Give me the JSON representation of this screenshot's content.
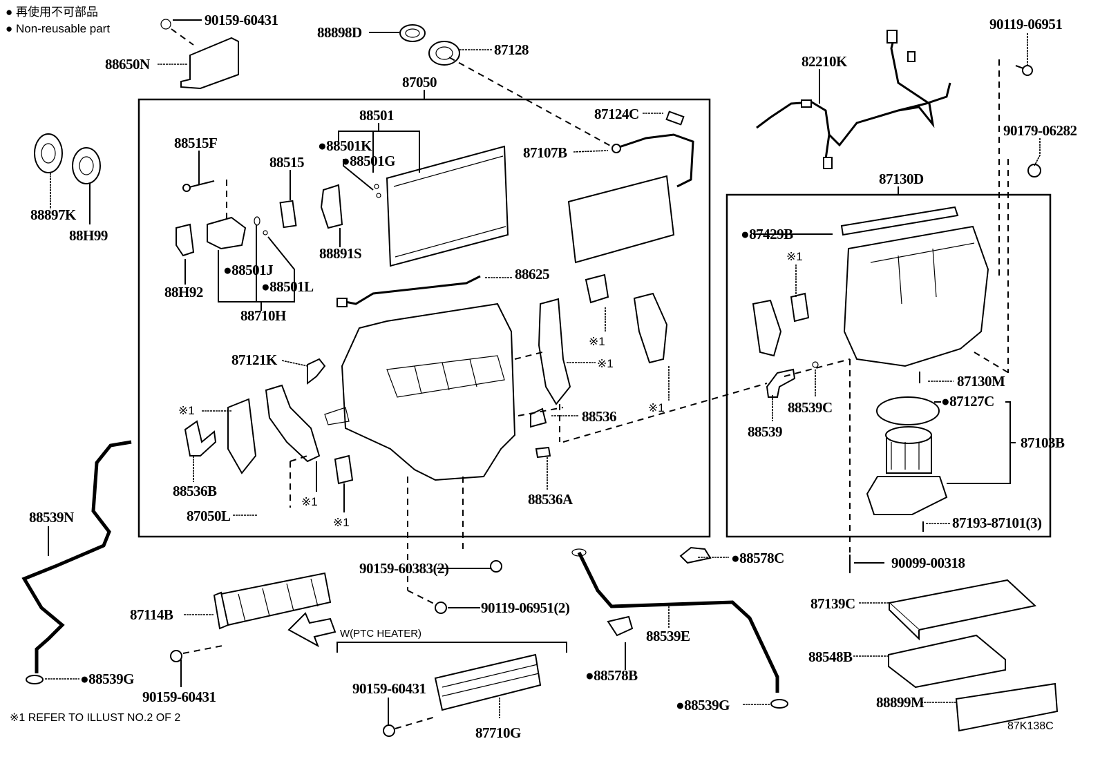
{
  "legend": {
    "line_jp": "● 再使用不可部品",
    "line_en": "● Non-reusable part"
  },
  "footnote": "※1 REFER TO ILLUST NO.2 OF 2",
  "illustration_id": "87K138C",
  "variant_label": "W(PTC HEATER)",
  "ref_mark": "※1",
  "parts": [
    {
      "id": "p01",
      "number": "90159-60431",
      "non_reusable": false
    },
    {
      "id": "p02",
      "number": "88650N",
      "non_reusable": false
    },
    {
      "id": "p03",
      "number": "88898D",
      "non_reusable": false
    },
    {
      "id": "p04",
      "number": "87128",
      "non_reusable": false
    },
    {
      "id": "p05",
      "number": "87050",
      "non_reusable": false
    },
    {
      "id": "p06",
      "number": "82210K",
      "non_reusable": false
    },
    {
      "id": "p07",
      "number": "90119-06951",
      "non_reusable": false
    },
    {
      "id": "p08",
      "number": "90179-06282",
      "non_reusable": false
    },
    {
      "id": "p09",
      "number": "88501",
      "non_reusable": false
    },
    {
      "id": "p10",
      "number": "88501K",
      "non_reusable": true
    },
    {
      "id": "p11",
      "number": "88501G",
      "non_reusable": true
    },
    {
      "id": "p12",
      "number": "87124C",
      "non_reusable": false
    },
    {
      "id": "p13",
      "number": "87107B",
      "non_reusable": false
    },
    {
      "id": "p14",
      "number": "88515F",
      "non_reusable": false
    },
    {
      "id": "p15",
      "number": "88515",
      "non_reusable": false
    },
    {
      "id": "p16",
      "number": "88891S",
      "non_reusable": false
    },
    {
      "id": "p17",
      "number": "88897K",
      "non_reusable": false
    },
    {
      "id": "p18",
      "number": "88H99",
      "non_reusable": false
    },
    {
      "id": "p19",
      "number": "88501J",
      "non_reusable": true
    },
    {
      "id": "p20",
      "number": "88501L",
      "non_reusable": true
    },
    {
      "id": "p21",
      "number": "88H92",
      "non_reusable": false
    },
    {
      "id": "p22",
      "number": "88710H",
      "non_reusable": false
    },
    {
      "id": "p23",
      "number": "88625",
      "non_reusable": false
    },
    {
      "id": "p24",
      "number": "87130D",
      "non_reusable": false
    },
    {
      "id": "p25",
      "number": "87429B",
      "non_reusable": true
    },
    {
      "id": "p26",
      "number": "87121K",
      "non_reusable": false
    },
    {
      "id": "p27",
      "number": "88536",
      "non_reusable": false
    },
    {
      "id": "p28",
      "number": "88536B",
      "non_reusable": false
    },
    {
      "id": "p29",
      "number": "87050L",
      "non_reusable": false
    },
    {
      "id": "p30",
      "number": "88536A",
      "non_reusable": false
    },
    {
      "id": "p31",
      "number": "87130M",
      "non_reusable": false
    },
    {
      "id": "p32",
      "number": "87127C",
      "non_reusable": true
    },
    {
      "id": "p33",
      "number": "87103B",
      "non_reusable": false
    },
    {
      "id": "p34",
      "number": "88539C",
      "non_reusable": false
    },
    {
      "id": "p35",
      "number": "88539",
      "non_reusable": false
    },
    {
      "id": "p36",
      "number": "87193-87101(3)",
      "non_reusable": false
    },
    {
      "id": "p37",
      "number": "88539N",
      "non_reusable": false
    },
    {
      "id": "p38",
      "number": "90159-60383(2)",
      "non_reusable": false
    },
    {
      "id": "p39",
      "number": "90119-06951(2)",
      "non_reusable": false
    },
    {
      "id": "p40",
      "number": "88578C",
      "non_reusable": true
    },
    {
      "id": "p41",
      "number": "90099-00318",
      "non_reusable": false
    },
    {
      "id": "p42",
      "number": "87114B",
      "non_reusable": false
    },
    {
      "id": "p43",
      "number": "88539E",
      "non_reusable": false
    },
    {
      "id": "p44",
      "number": "87139C",
      "non_reusable": false
    },
    {
      "id": "p45",
      "number": "88548B",
      "non_reusable": false
    },
    {
      "id": "p46",
      "number": "88539G",
      "non_reusable": true
    },
    {
      "id": "p47",
      "number": "90159-60431",
      "non_reusable": false
    },
    {
      "id": "p48",
      "number": "88578B",
      "non_reusable": true
    },
    {
      "id": "p49",
      "number": "90159-60431",
      "non_reusable": false
    },
    {
      "id": "p50",
      "number": "87710G",
      "non_reusable": false
    },
    {
      "id": "p51",
      "number": "88539G",
      "non_reusable": true
    },
    {
      "id": "p52",
      "number": "88899M",
      "non_reusable": false
    }
  ]
}
